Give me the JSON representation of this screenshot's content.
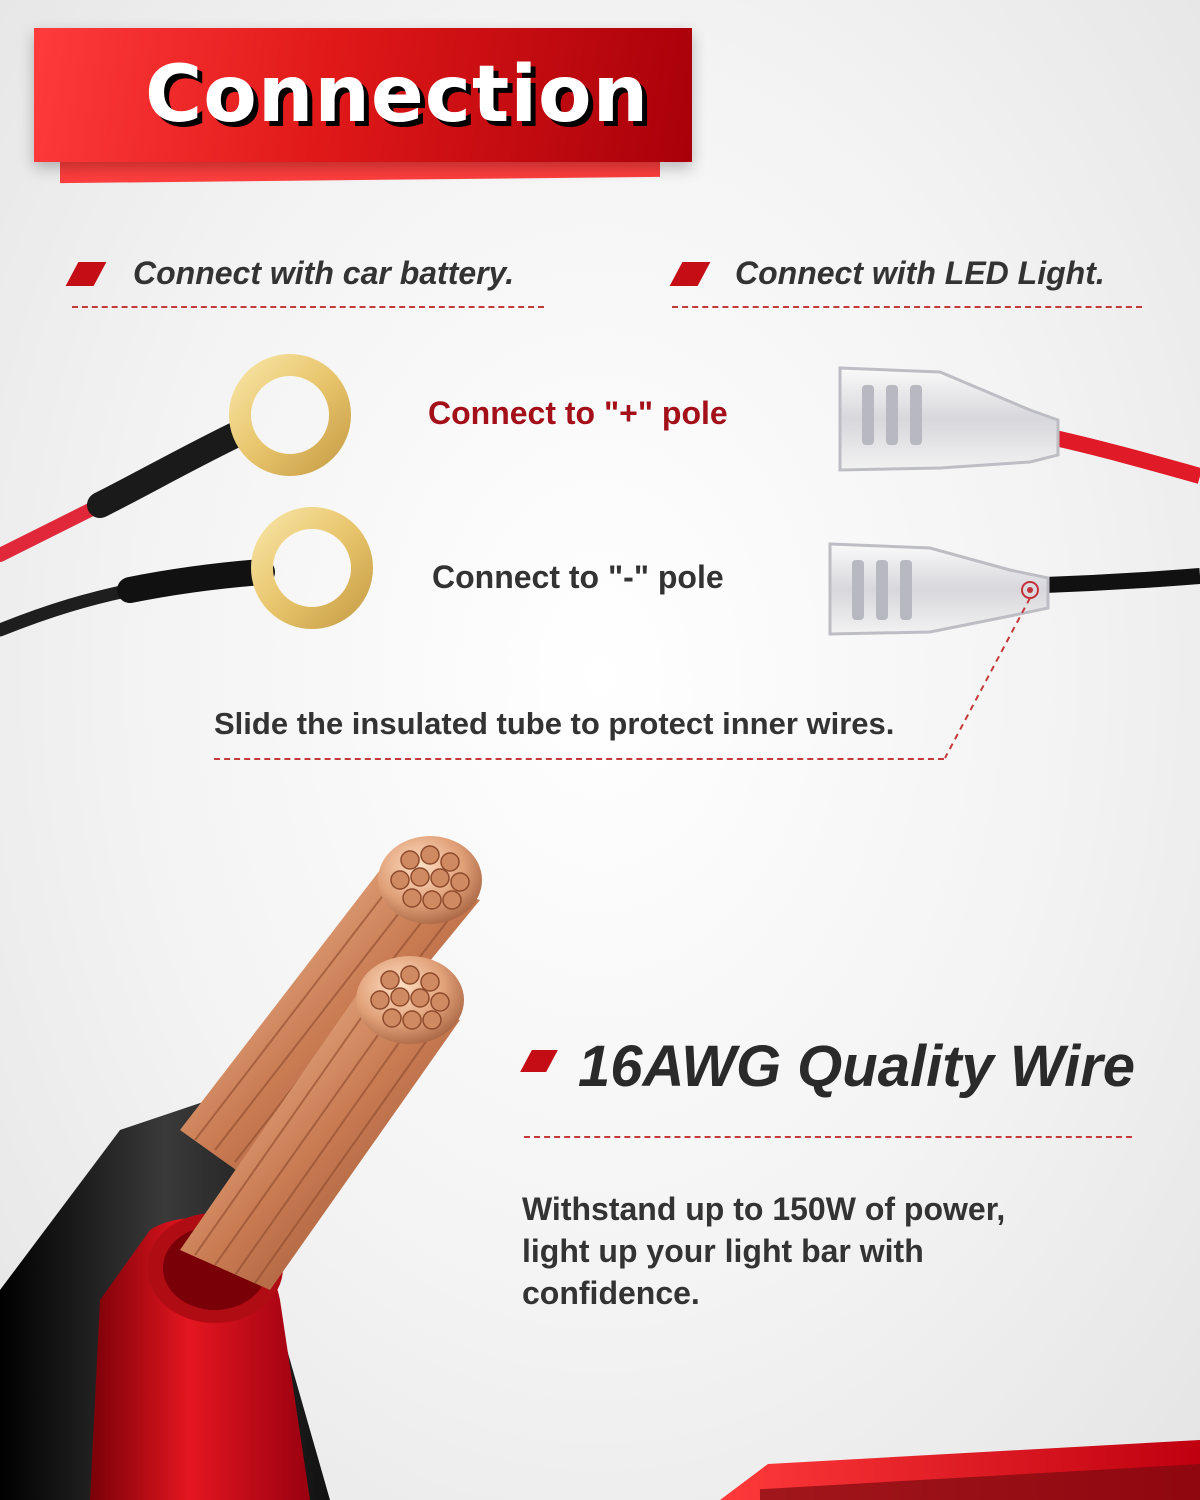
{
  "banner": {
    "title": "Connection"
  },
  "left_section": {
    "heading": "Connect with car battery."
  },
  "right_section": {
    "heading": "Connect with LED Light."
  },
  "poles": {
    "positive": "Connect to \"+\" pole",
    "negative": "Connect to \"-\" pole"
  },
  "note": {
    "text": "Slide the insulated tube to protect inner wires."
  },
  "feature": {
    "title": "16AWG Quality Wire",
    "desc_lines": [
      "Withstand up to 150W of power,",
      "light up your light bar with",
      "confidence."
    ]
  },
  "colors": {
    "accent_red": "#c40d14",
    "positive_label": "#a3101a",
    "text_dark": "#333333"
  },
  "icons": {
    "ring_terminal": "ring-terminal-icon",
    "spade_connector": "spade-connector-icon",
    "copper_wire": "copper-wire-icon"
  }
}
